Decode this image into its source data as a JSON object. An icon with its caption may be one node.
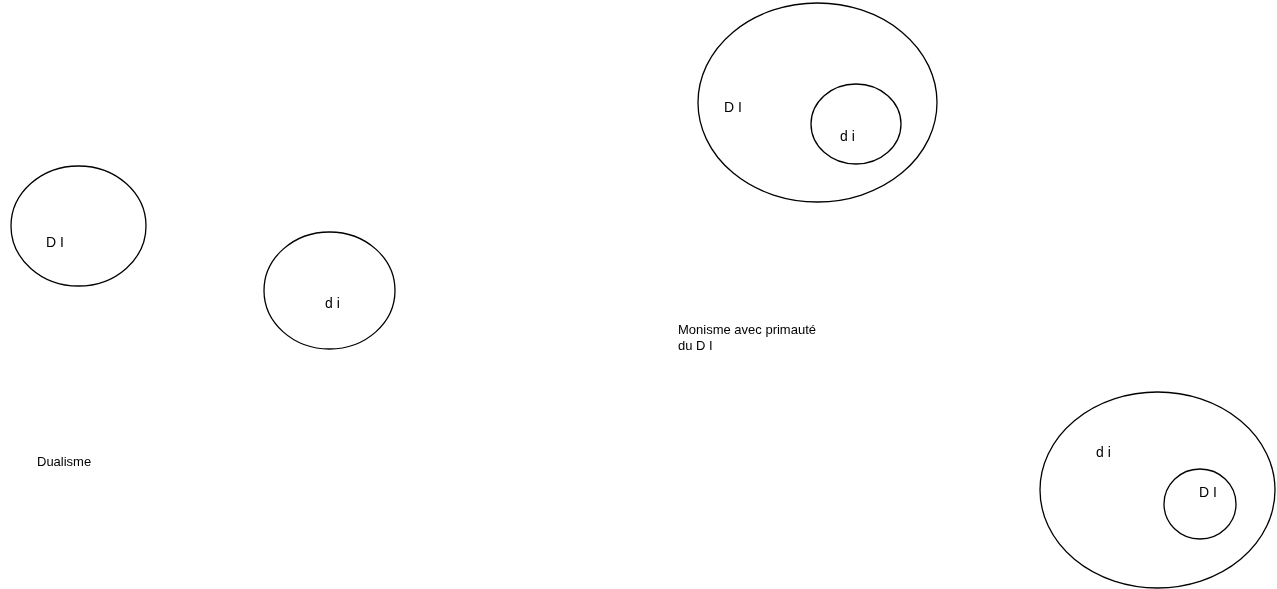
{
  "diagram": {
    "nodes": [
      {
        "text": [
          "D I"
        ]
      },
      {
        "text": [
          "d i"
        ]
      },
      {
        "text": [
          "D I"
        ]
      },
      {
        "text": [
          "d i"
        ],
        "in": 2
      },
      {
        "text": [
          "d i"
        ]
      },
      {
        "text": [
          "D I"
        ],
        "in": 4
      }
    ],
    "labels": [
      "Dualisme",
      "Monisme avec primauté du D I"
    ]
  }
}
